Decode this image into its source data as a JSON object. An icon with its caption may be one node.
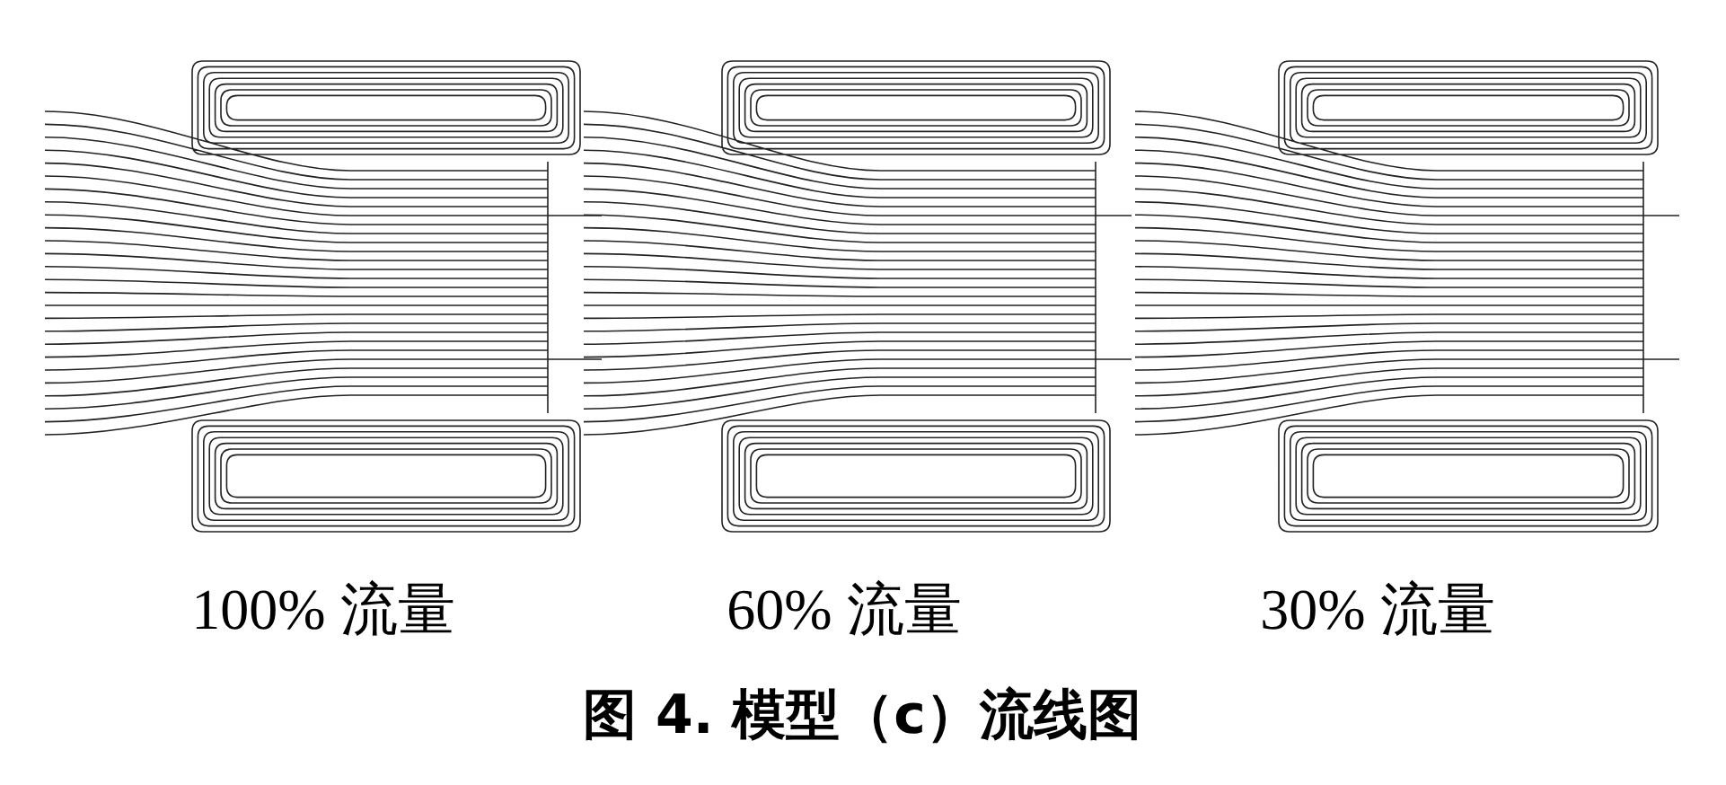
{
  "diagram": {
    "caption": "图 4. 模型（c）流线图",
    "labels": [
      "100% 流量",
      "60% 流量",
      "30% 流量"
    ]
  }
}
